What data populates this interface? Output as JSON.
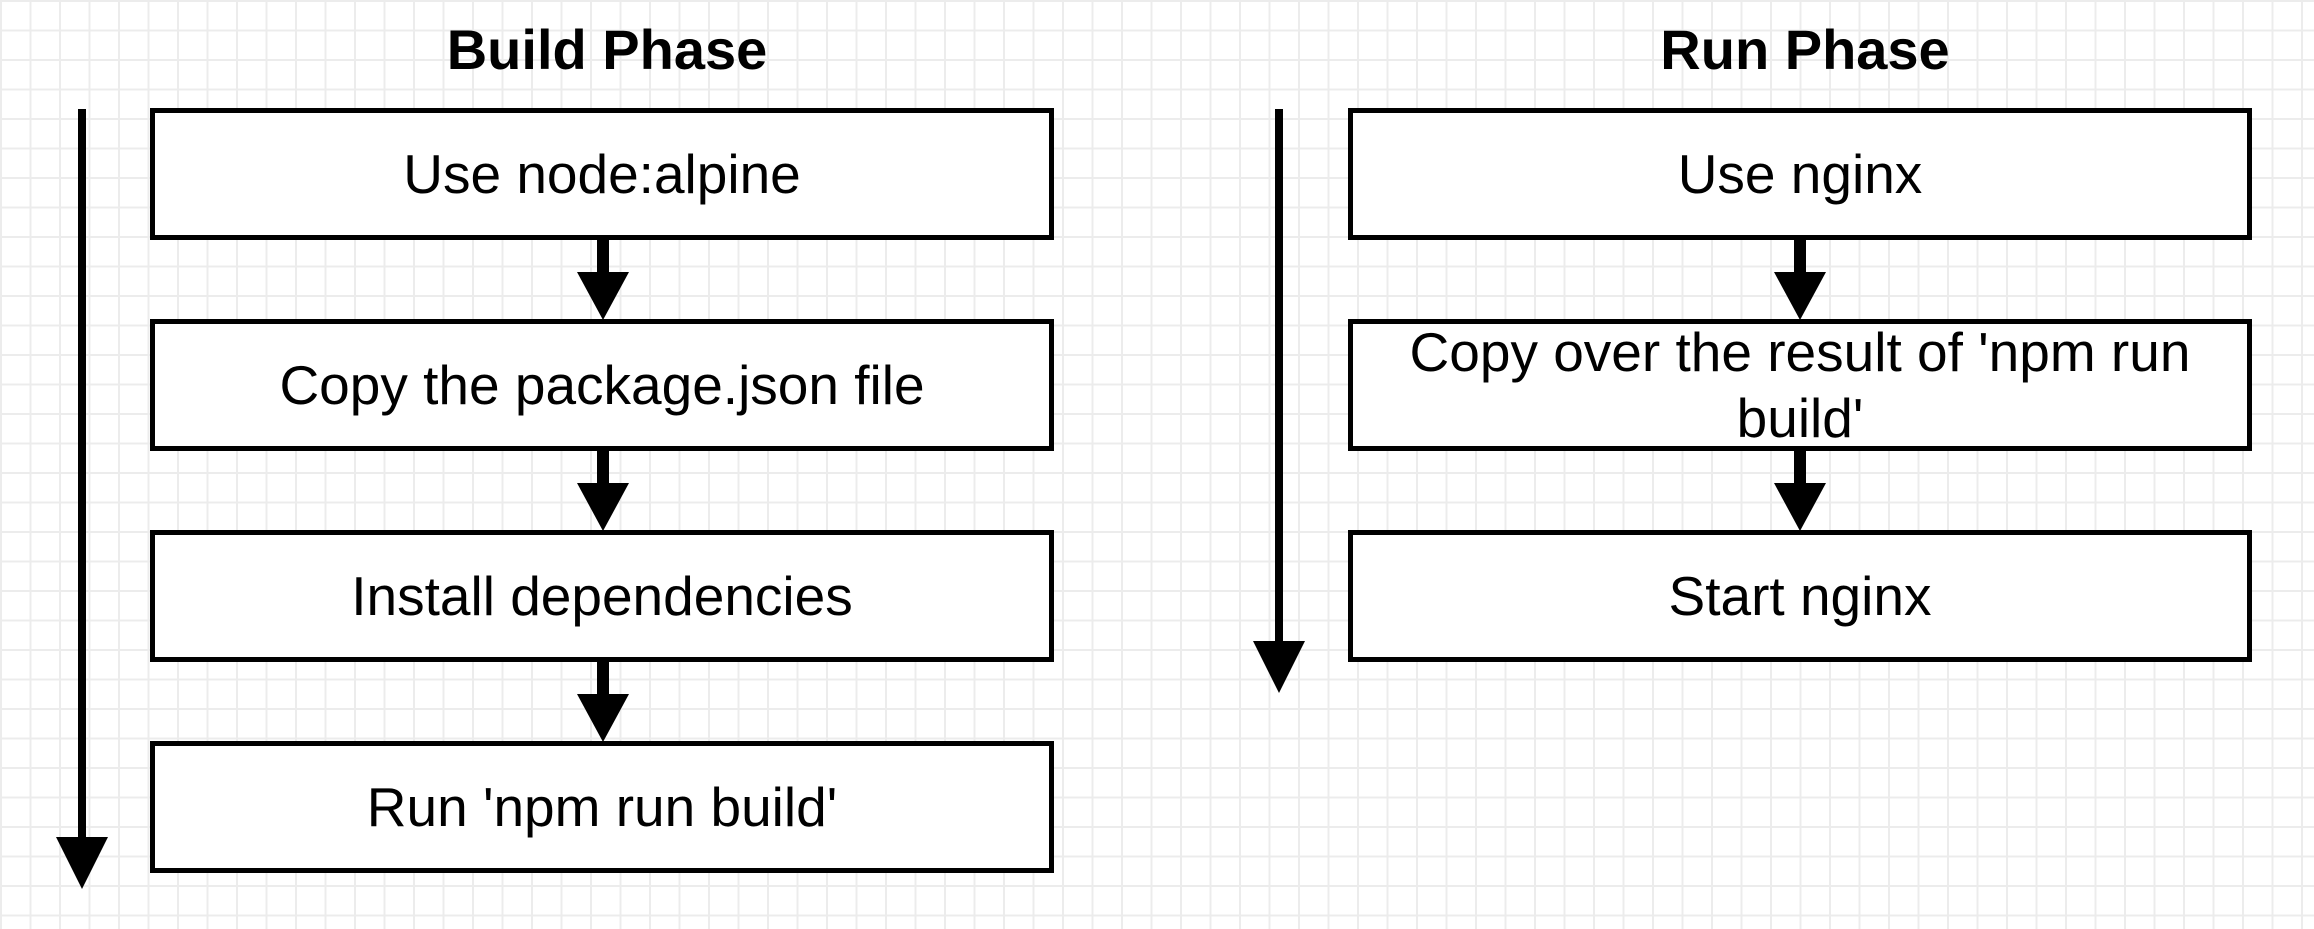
{
  "build_phase": {
    "title": "Build Phase",
    "steps": [
      "Use node:alpine",
      "Copy the package.json file",
      "Install dependencies",
      "Run 'npm run build'"
    ]
  },
  "run_phase": {
    "title": "Run Phase",
    "steps": [
      "Use nginx",
      "Copy over the result of 'npm run build'",
      "Start nginx"
    ]
  },
  "colors": {
    "stroke": "#000000",
    "box_fill": "#ffffff",
    "grid": "#ececec"
  }
}
